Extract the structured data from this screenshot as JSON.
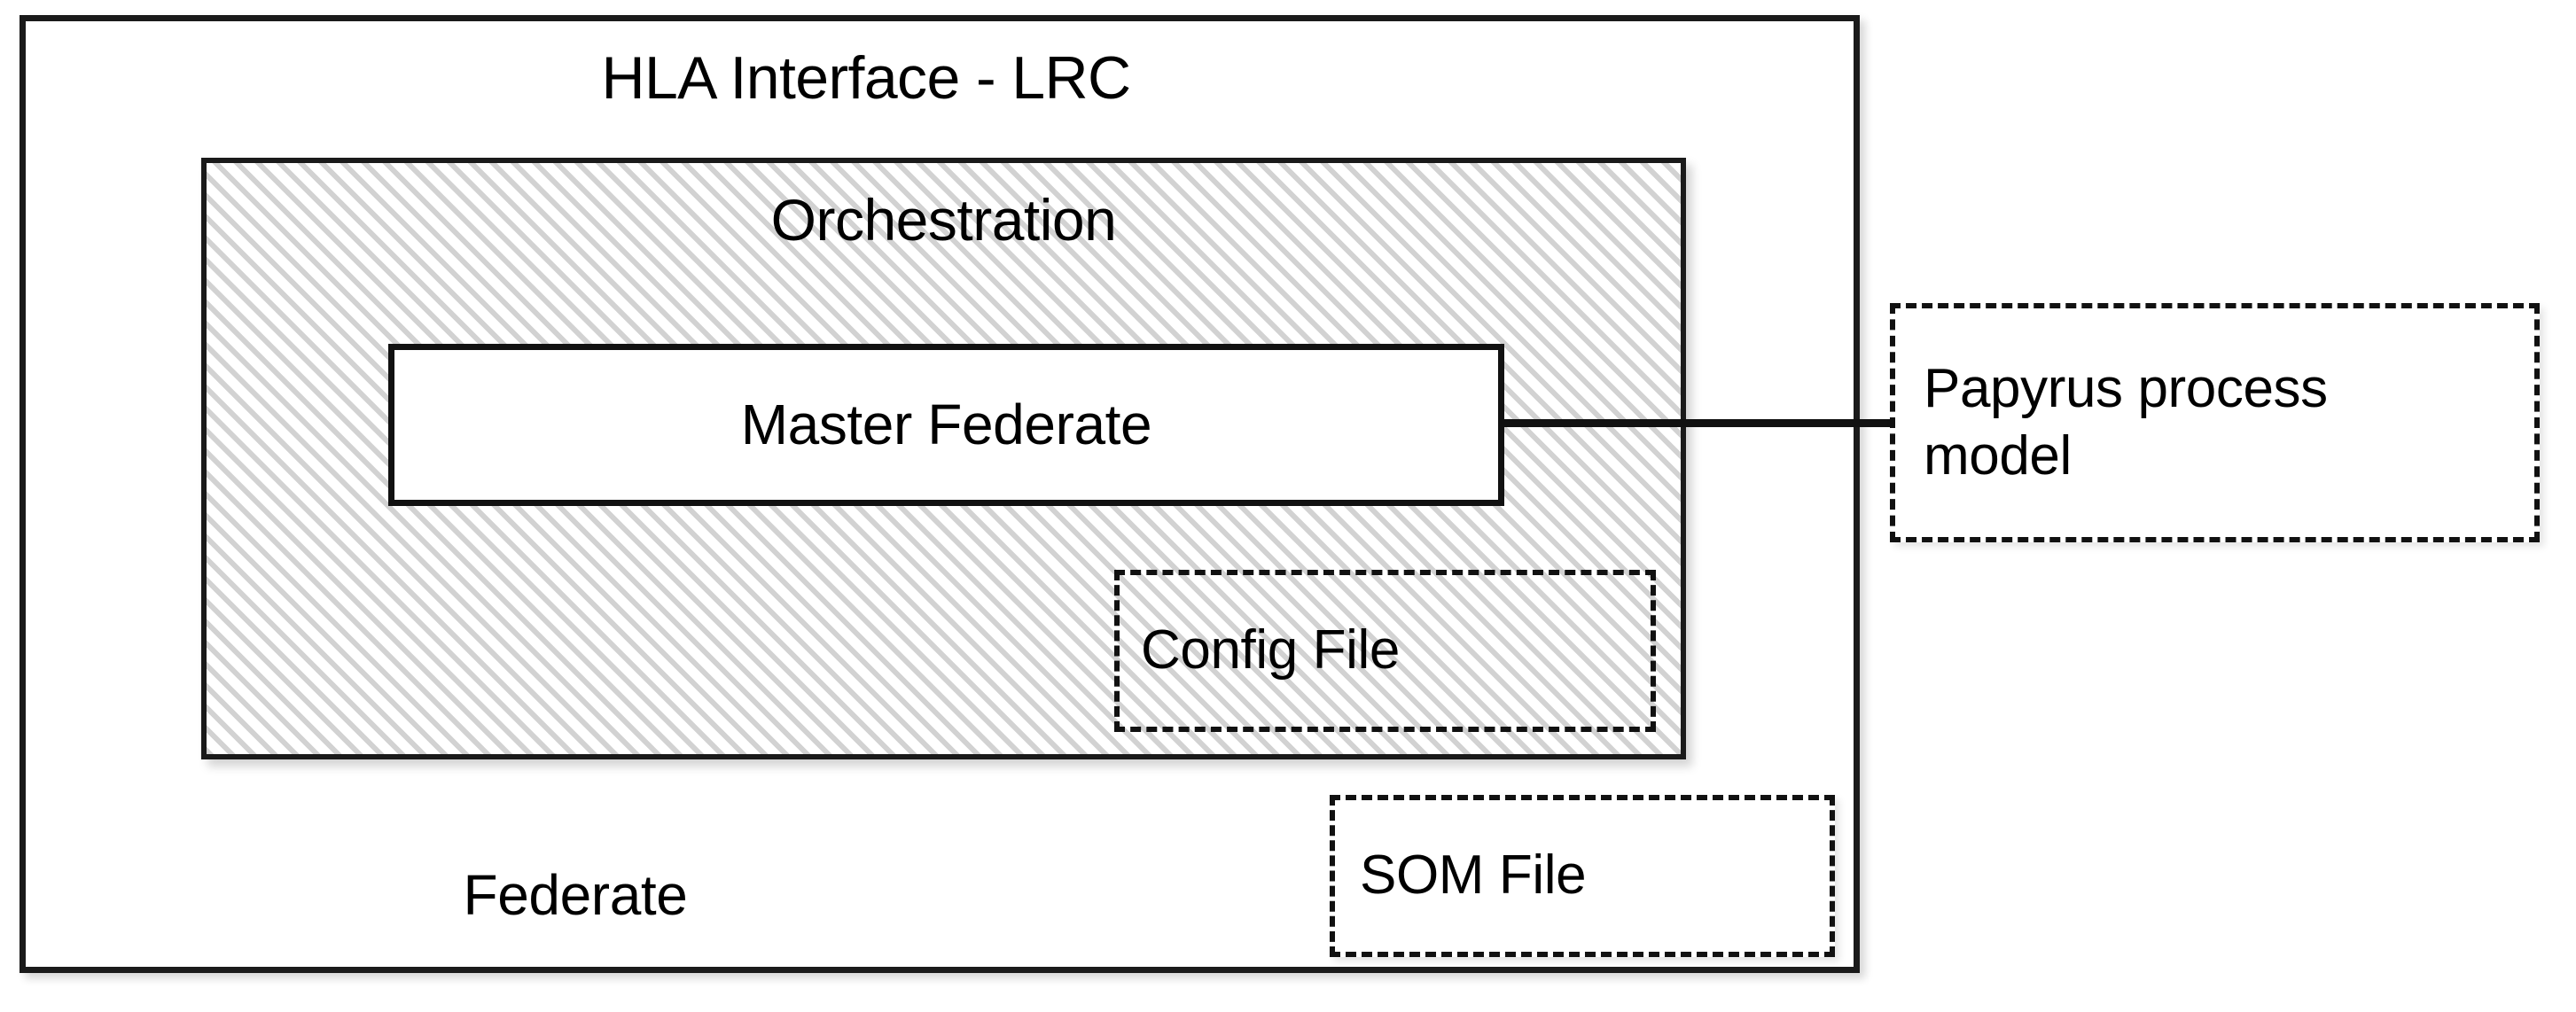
{
  "diagram": {
    "title": "HLA Interface - LRC",
    "outer_container": {
      "name": "Federate",
      "label": "Federate",
      "border_style": "solid",
      "border_color": "#1a1a1a"
    },
    "orchestration": {
      "label": "Orchestration",
      "fill": "diagonal-hatch",
      "hatch_color": "#d2d2d2",
      "border_style": "solid",
      "border_color": "#1a1a1a"
    },
    "master_federate": {
      "label": "Master Federate",
      "fill": "#ffffff",
      "border_style": "solid",
      "border_color": "#111111"
    },
    "config_file": {
      "label": "Config File",
      "fill": "transparent",
      "border_style": "dashed",
      "border_color": "#111111"
    },
    "som_file": {
      "label": "SOM File",
      "fill": "#ffffff",
      "border_style": "dashed",
      "border_color": "#111111"
    },
    "papyrus_model": {
      "label": "Papyrus process model",
      "fill": "#ffffff",
      "border_style": "dashed",
      "border_color": "#111111"
    },
    "connector": {
      "from": "Master Federate",
      "to": "Papyrus process model",
      "style": "solid",
      "color": "#111111"
    }
  }
}
